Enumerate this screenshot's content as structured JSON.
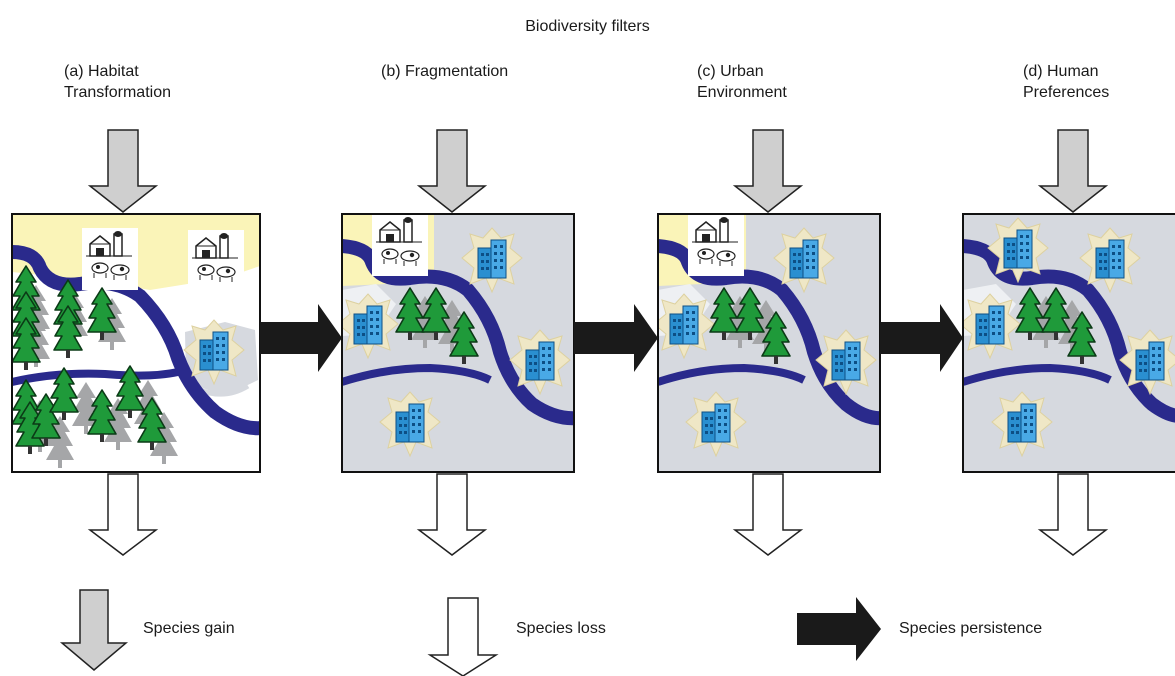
{
  "title": "Biodiversity filters",
  "stages": [
    {
      "label_line1": "(a) Habitat",
      "label_line2": "Transformation"
    },
    {
      "label_line1": "(b) Fragmentation",
      "label_line2": ""
    },
    {
      "label_line1": "(c) Urban",
      "label_line2": "Environment"
    },
    {
      "label_line1": "(d) Human",
      "label_line2": "Preferences"
    }
  ],
  "legend": {
    "gain": "Species gain",
    "loss": "Species loss",
    "persistence": "Species persistence"
  },
  "colors": {
    "gain_arrow": "#cfcfcf",
    "loss_arrow": "#ffffff",
    "persistence_arrow": "#1a1a1a",
    "river": "#2a2a8c",
    "farmland": "#faf4b8",
    "urban": "#d6d9df",
    "forest": "#1f9a3a",
    "building": "#2a8fd0"
  }
}
